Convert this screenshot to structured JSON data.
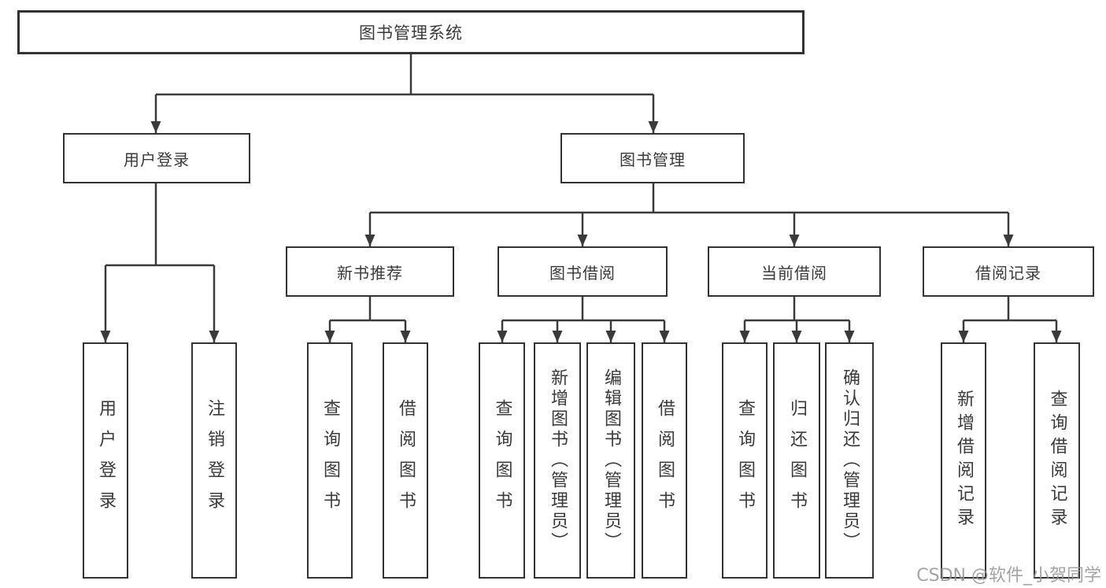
{
  "tree": {
    "root": {
      "label": "图书管理系统"
    },
    "user_login": {
      "label": "用户登录",
      "children": [
        {
          "label": "用户登录"
        },
        {
          "label": "注销登录"
        }
      ]
    },
    "book_mgmt": {
      "label": "图书管理",
      "children": [
        {
          "label": "新书推荐",
          "children": [
            {
              "label": "查询图书"
            },
            {
              "label": "借阅图书"
            }
          ]
        },
        {
          "label": "图书借阅",
          "children": [
            {
              "label": "查询图书"
            },
            {
              "label": "新增图书（管理员）"
            },
            {
              "label": "编辑图书（管理员）"
            },
            {
              "label": "借阅图书"
            }
          ]
        },
        {
          "label": "当前借阅",
          "children": [
            {
              "label": "查询图书"
            },
            {
              "label": "归还图书"
            },
            {
              "label": "确认归还（管理员）"
            }
          ]
        },
        {
          "label": "借阅记录",
          "children": [
            {
              "label": "新增借阅记录"
            },
            {
              "label": "查询借阅记录"
            }
          ]
        }
      ]
    }
  },
  "watermark": "CSDN @软件_小贺同学",
  "colors": {
    "line": "#3a3a3a",
    "border": "#333333",
    "text": "#3a3a3a",
    "watermark": "#949494",
    "background": "#ffffff"
  }
}
